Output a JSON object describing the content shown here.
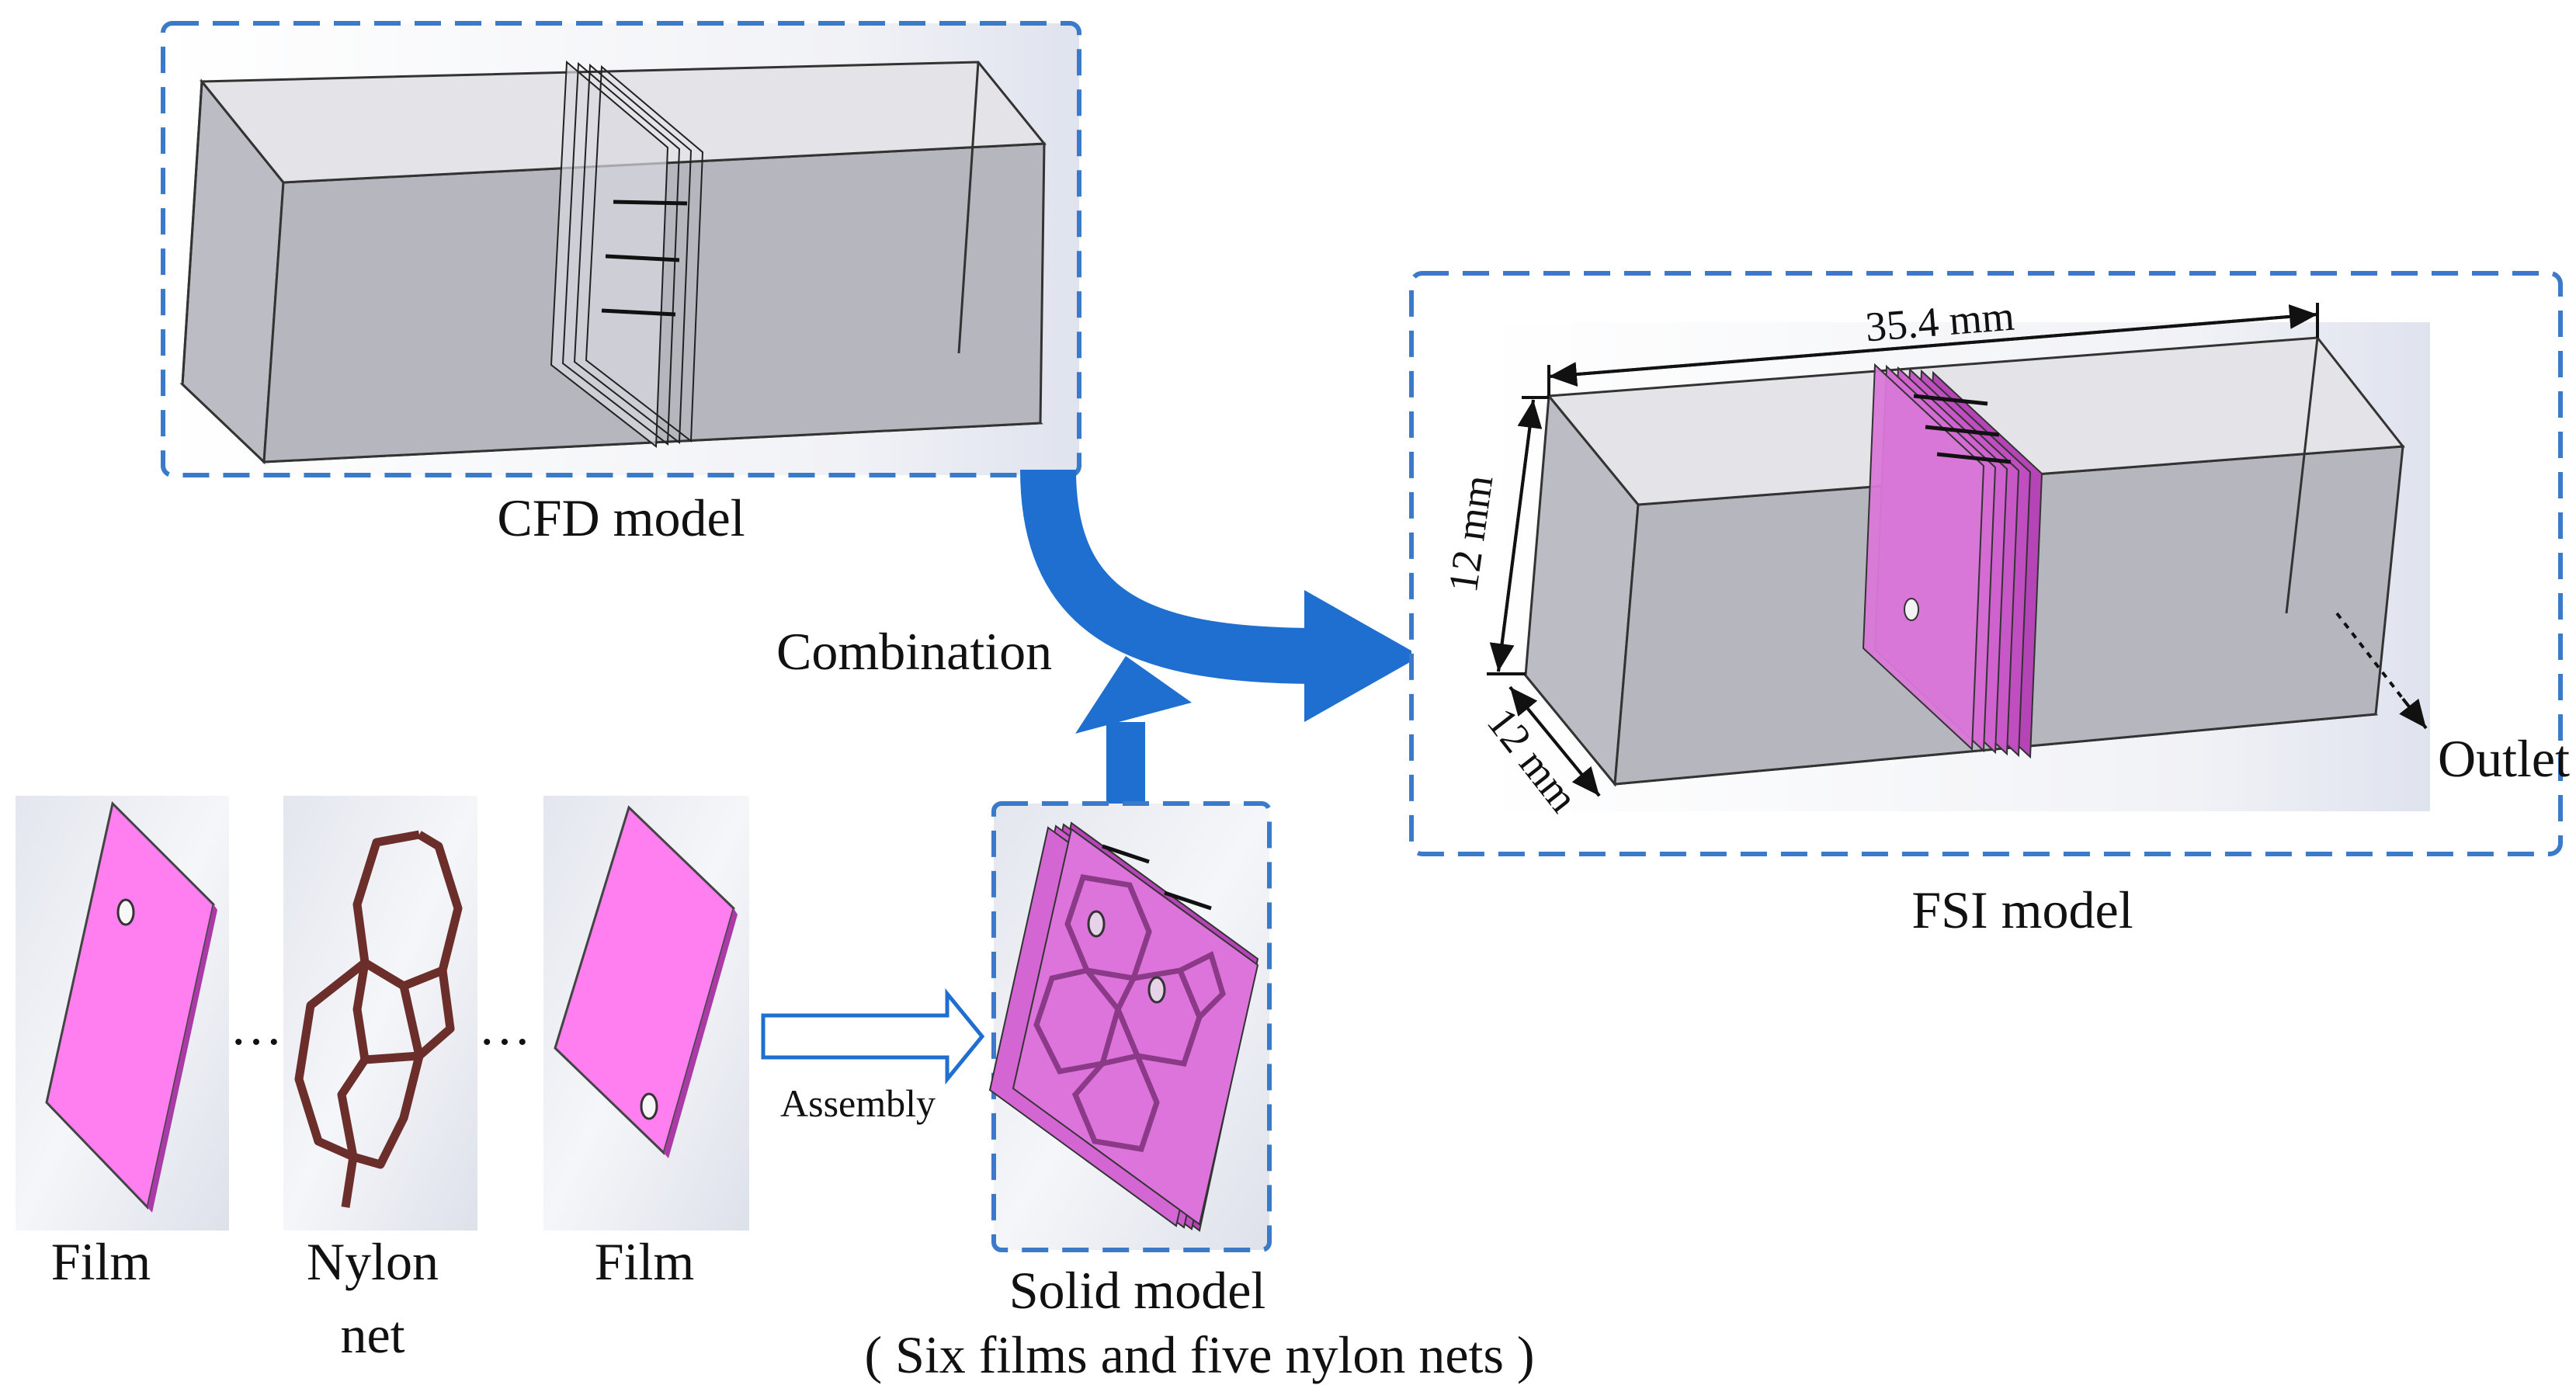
{
  "labels": {
    "cfd_model": "CFD model",
    "combination": "Combination",
    "fsi_model": "FSI model",
    "dim_length": "35.4 mm",
    "dim_height": "12 mm",
    "dim_width": "12 mm",
    "outlet": "Outlet",
    "film_left": "Film",
    "nylon_line1": "Nylon",
    "nylon_line2": "net",
    "film_right": "Film",
    "assembly": "Assembly",
    "solid_model": "Solid model",
    "solid_model_detail": "( Six films and five nylon nets )",
    "ellipsis_1": "…",
    "ellipsis_2": "…"
  },
  "colors": {
    "accent_blue": "#1f6fd0",
    "dashed_border": "#3a7ac8",
    "film_magenta": "#ff7ff0",
    "film_stack": "#cc55c8",
    "nylon_brown": "#6b2e2a",
    "box_fill": "#c9c9d0",
    "box_edge": "#333333"
  }
}
